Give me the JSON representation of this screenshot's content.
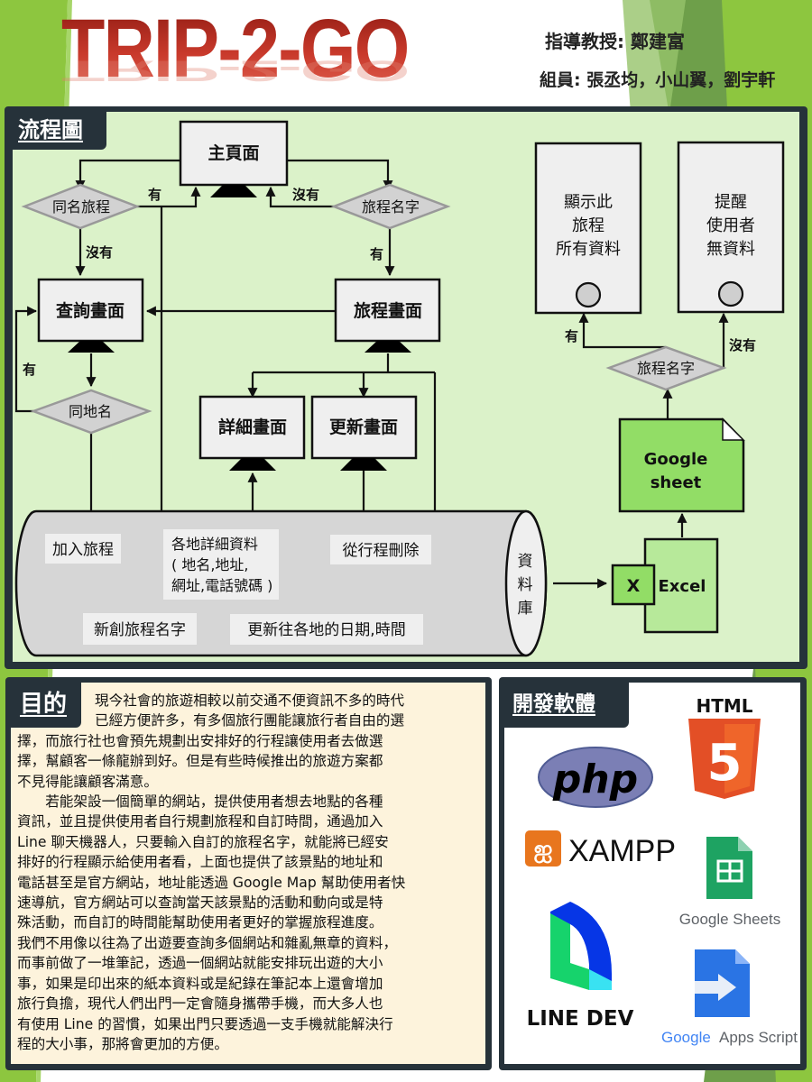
{
  "header": {
    "title": "TRIP-2-GO",
    "advisor": "指導教授: 鄭建富",
    "members": "組員: 張丞均，小山翼，劉宇軒"
  },
  "flowchart": {
    "section_label": "流程圖",
    "nodes": {
      "main_page": "主頁面",
      "same_trip_decision": "同名旅程",
      "trip_name_decision": "旅程名字",
      "search_page": "查詢畫面",
      "trip_page": "旅程畫面",
      "same_place_decision": "同地名",
      "detail_page": "詳細畫面",
      "update_page": "更新畫面",
      "show_all_box": [
        "顯示此",
        "旅程",
        "所有資料"
      ],
      "remind_box": [
        "提醒",
        "使用者",
        "無資料"
      ],
      "trip_name_decision_2": "旅程名字",
      "google_sheet": [
        "Google",
        "sheet"
      ],
      "excel": "Excel",
      "excel_icon": "X",
      "database": [
        "資",
        "料",
        "庫"
      ]
    },
    "edge_labels": {
      "yes": "有",
      "no": "沒有"
    },
    "db_items": {
      "join_trip": "加入旅程",
      "place_details": [
        "各地詳細資料",
        "( 地名,地址,",
        "網址,電話號碼 )"
      ],
      "delete_from_trip": "從行程刪除",
      "new_trip_name": "新創旅程名字",
      "update_dates": "更新往各地的日期,時間"
    }
  },
  "purpose": {
    "section_label": "目的",
    "lines": [
      "現今社會的旅遊相較以前交通不便資訊不多的時代",
      "已經方便許多，有多個旅行團能讓旅行者自由的選",
      "擇，而旅行社也會預先規劃出安排好的行程讓使用者去做選",
      "擇，幫顧客一條龍辦到好。但是有些時候推出的旅遊方案都",
      "不見得能讓顧客滿意。",
      "　　若能架設一個簡單的網站，提供使用者想去地點的各種",
      "資訊，並且提供使用者自行規劃旅程和自訂時間，通過加入",
      "Line 聊天機器人，只要輸入自訂的旅程名字，就能將已經安",
      "排好的行程顯示給使用者看，上面也提供了該景點的地址和",
      "電話甚至是官方網站，地址能透過 Google Map 幫助使用者快",
      "速導航，官方網站可以查詢當天該景點的活動和動向或是特",
      "殊活動，而自訂的時間能幫助使用者更好的掌握旅程進度。",
      "我們不用像以往為了出遊要查詢多個網站和雜亂無章的資料，",
      "而事前做了一堆筆記，透過一個網站就能安排玩出遊的大小",
      "事，如果是印出來的紙本資料或是紀錄在筆記本上還會增加",
      "旅行負擔，現代人們出門一定會隨身攜帶手機，而大多人也",
      "有使用 Line 的習慣，如果出門只要透過一支手機就能解決行",
      "程的大小事，那將會更加的方便。"
    ]
  },
  "software": {
    "section_label": "開發軟體",
    "logos": {
      "php": "php",
      "html": "HTML",
      "html_badge": "5",
      "xampp": "XAMPP",
      "google_sheets": "Google Sheets",
      "line_dev": "LINE DEV",
      "apps_script_google": "Google",
      "apps_script": "Apps Script"
    }
  },
  "colors": {
    "page_green": "#8dc63f",
    "panel_dark": "#26323a",
    "flow_bg": "#dbf2c9",
    "purpose_bg": "#fdf3dc",
    "node_fill": "#efefef",
    "decision_fill": "#d2d2d2",
    "sheet_green": "#92dd66",
    "excel_green": "#b7e99a",
    "title_red": "#b52a1f"
  }
}
